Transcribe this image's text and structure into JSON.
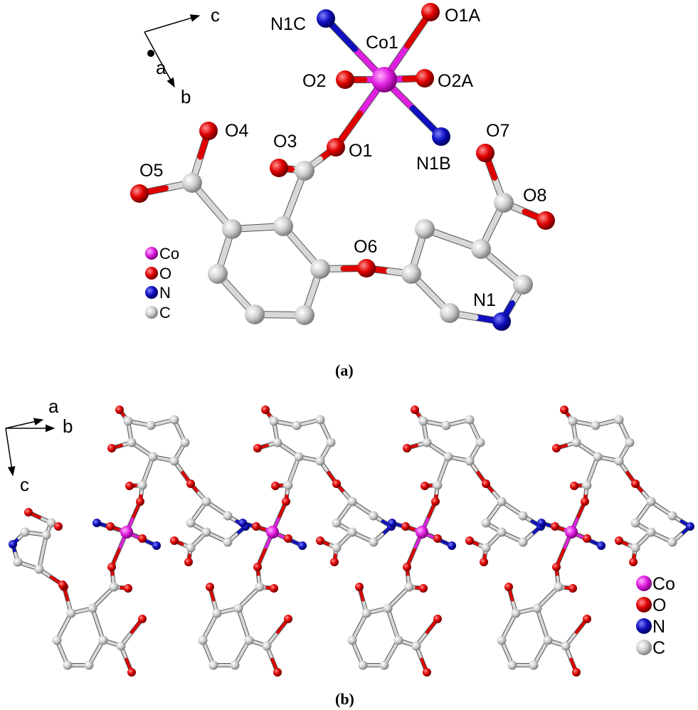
{
  "panel_a": {
    "caption": "(a)",
    "axes": [
      "c",
      "a",
      "b"
    ],
    "atom_labels": [
      "N1C",
      "Co1",
      "O1A",
      "O2",
      "O2A",
      "O4",
      "O3",
      "O1",
      "N1B",
      "O7",
      "O5",
      "O8",
      "O6",
      "N1"
    ],
    "legend": [
      "Co",
      "O",
      "N",
      "C"
    ]
  },
  "panel_b": {
    "caption": "(b)",
    "axes": [
      "a",
      "b",
      "c"
    ],
    "legend": [
      "Co",
      "O",
      "N",
      "C"
    ]
  },
  "colors": {
    "Co": "#e020e0",
    "O": "#e00000",
    "N": "#1010c0",
    "C": "#c8c8c8",
    "bond": "#d8d8d8"
  }
}
